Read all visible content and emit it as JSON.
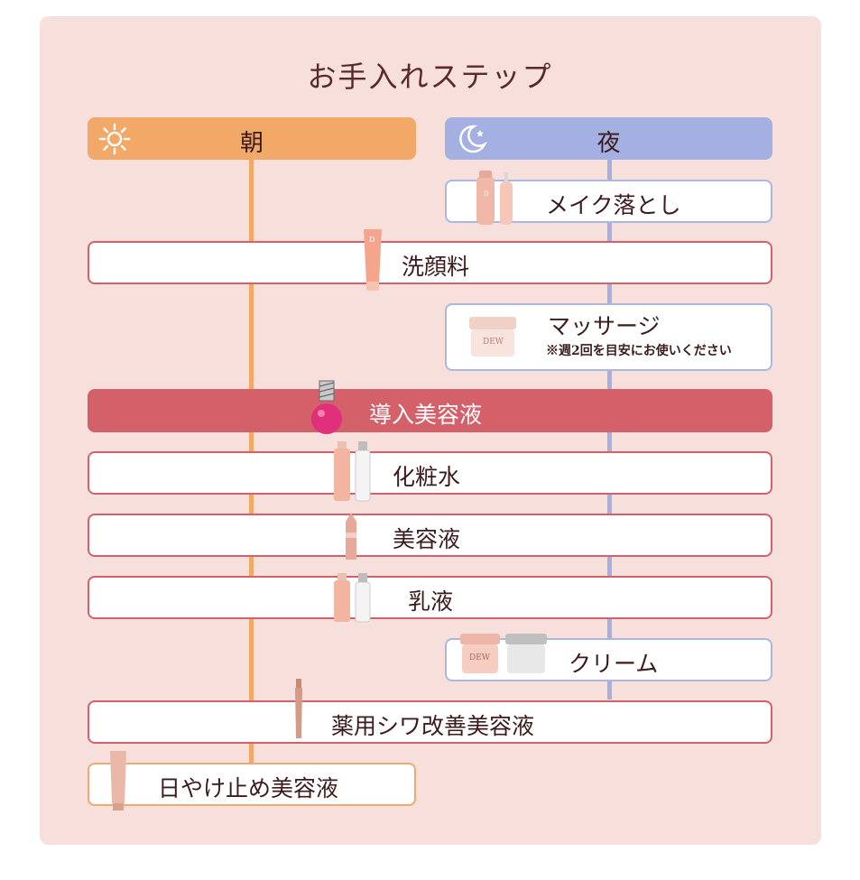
{
  "title": "お手入れステップ",
  "columns": {
    "morning": {
      "label": "朝",
      "icon": "sun-icon",
      "color": "#f2a968"
    },
    "night": {
      "label": "夜",
      "icon": "moon-icon",
      "color": "#a3b0e1"
    }
  },
  "steps": [
    {
      "label": "メイク落とし",
      "when": "night"
    },
    {
      "label": "洗顔料",
      "when": "both"
    },
    {
      "label": "マッサージ",
      "note": "※週2回を目安にお使いください",
      "when": "night"
    },
    {
      "label": "導入美容液",
      "when": "both",
      "highlight": true
    },
    {
      "label": "化粧水",
      "when": "both"
    },
    {
      "label": "美容液",
      "when": "both"
    },
    {
      "label": "乳液",
      "when": "both"
    },
    {
      "label": "クリーム",
      "when": "night"
    },
    {
      "label": "薬用シワ改善美容液",
      "when": "both"
    },
    {
      "label": "日やけ止め美容液",
      "when": "morning"
    }
  ],
  "products": {
    "jar_brand": "DEW"
  },
  "colors": {
    "panel": "#f7dfdb",
    "accent": "#d4606a",
    "text": "#3b1b1b"
  }
}
